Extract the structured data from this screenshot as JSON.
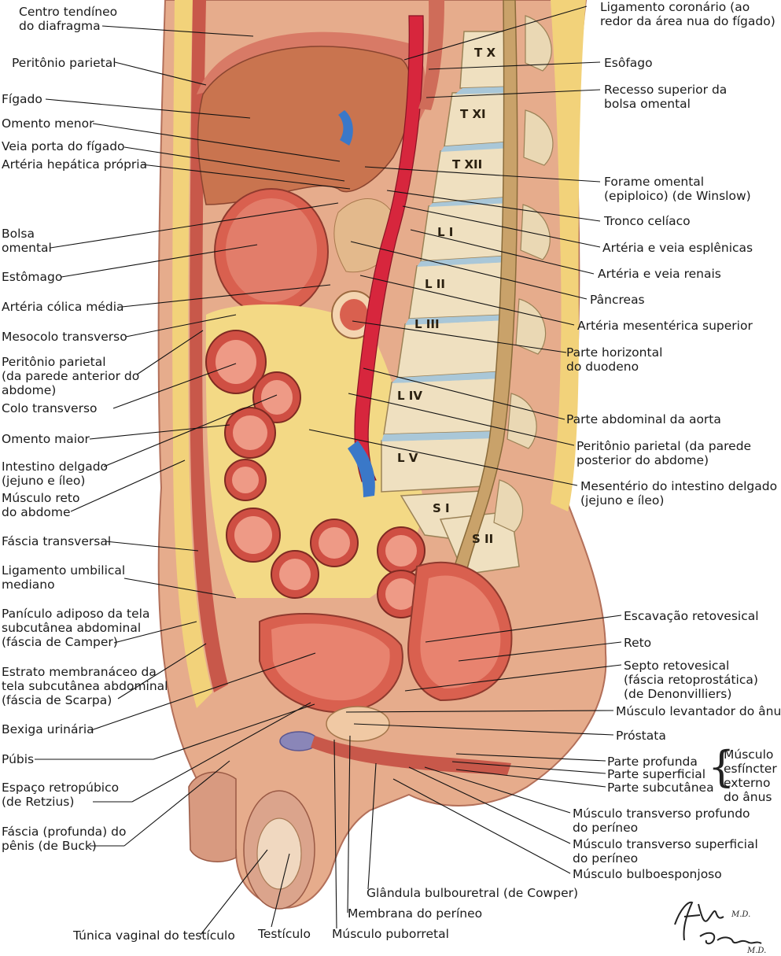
{
  "labels_left": [
    "Centro tendíneo\ndo diafragma",
    "Peritônio parietal",
    "Fígado",
    "Omento menor",
    "Veia porta do fígado",
    "Artéria hepática própria",
    "Bolsa\nomental",
    "Estômago",
    "Artéria cólica média",
    "Mesocolo transverso",
    "Peritônio parietal\n(da parede anterior do\nabdome)",
    "Colo transverso",
    "Omento maior",
    "Intestino delgado\n(jejuno e íleo)",
    "Músculo reto\ndo abdome",
    "Fáscia transversal",
    "Ligamento umbilical\nmediano",
    "Panículo adiposo da tela\nsubcutânea abdominal\n(fáscia de Camper)",
    "Estrato membranáceo da\ntela subcutânea abdominal\n(fáscia de Scarpa)",
    "Bexiga urinária",
    "Púbis",
    "Espaço retropúbico\n(de Retzius)",
    "Fáscia (profunda) do\npênis (de Buck)"
  ],
  "labels_right": [
    "Ligamento coronário (ao\nredor da área nua do fígado)",
    "Esôfago",
    "Recesso superior da\nbolsa omental",
    "Forame omental\n(epiploico) (de Winslow)",
    "Tronco celíaco",
    "Artéria e veia esplênicas",
    "Artéria e veia renais",
    "Pâncreas",
    "Artéria mesentérica superior",
    "Parte horizontal\ndo duodeno",
    "Parte abdominal da aorta",
    "Peritônio parietal (da parede\nposterior do abdome)",
    "Mesentério do intestino delgado\n(jejuno e íleo)",
    "Escavação retovesical",
    "Reto",
    "Septo retovesical\n(fáscia retoprostática)\n(de Denonvilliers)",
    "Músculo levantador do ânus",
    "Próstata",
    "Parte profunda",
    "Parte superficial",
    "Parte subcutânea",
    "Músculo\nesfíncter\nexterno\ndo ânus",
    "Músculo transverso profundo\ndo períneo",
    "Músculo transverso superficial\ndo períneo",
    "Músculo bulboesponjoso"
  ],
  "labels_bottom": [
    "Glândula bulbouretral (de Cowper)",
    "Membrana do períneo",
    "Túnica vaginal do testículo",
    "Testículo",
    "Músculo puborretal"
  ],
  "vertebrae": [
    "T X",
    "T XI",
    "T XII",
    "L I",
    "L II",
    "L III",
    "L IV",
    "L V",
    "S I",
    "S II"
  ],
  "colors": {
    "liver": "#c9744f",
    "muscle": "#c8584a",
    "fat": "#f2d27a",
    "bone": "#efe0c0",
    "aorta": "#d7263d",
    "vein": "#3a78c8",
    "skin": "#e0a487",
    "peritoneum": "#f4c3a8"
  }
}
